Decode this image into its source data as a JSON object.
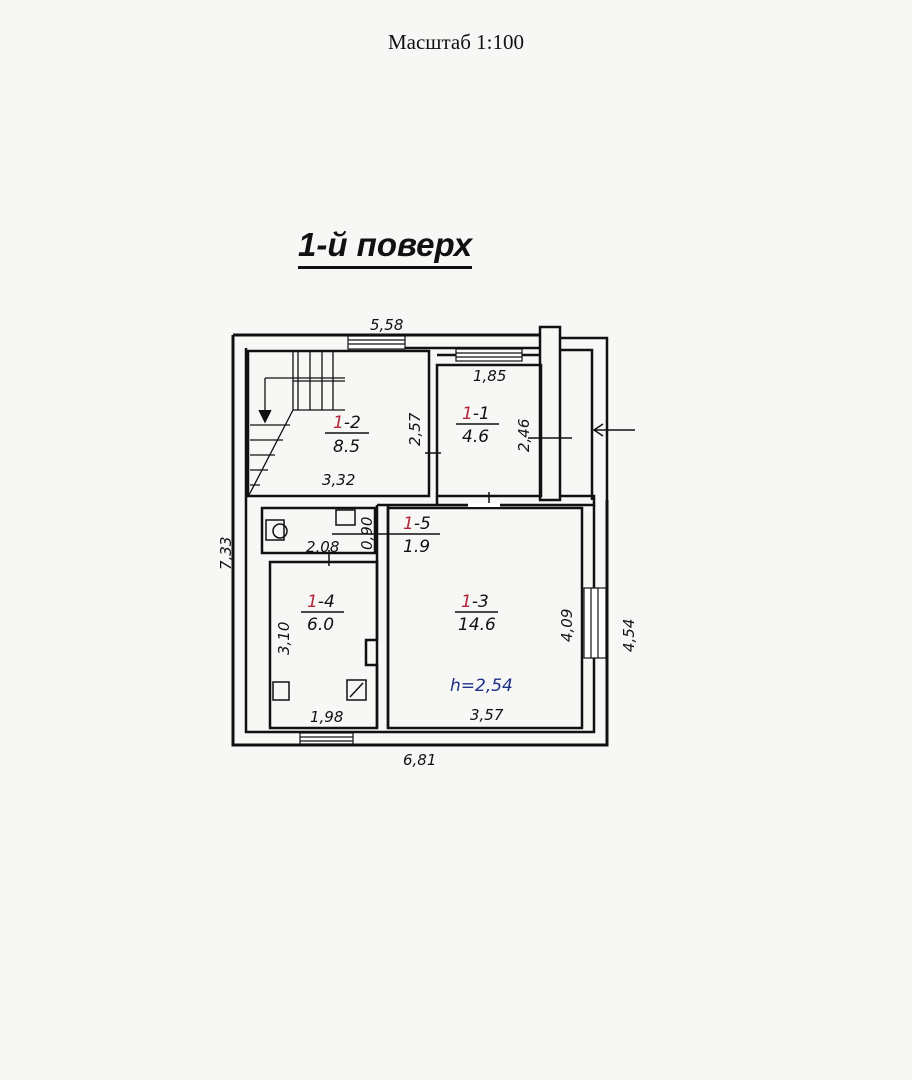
{
  "header": {
    "scale": "Масштаб 1:100",
    "floor_title": "1-й поверх"
  },
  "rooms": [
    {
      "id_prefix": "1",
      "id_suffix": "-1",
      "area": "4.6"
    },
    {
      "id_prefix": "1",
      "id_suffix": "-2",
      "area": "8.5"
    },
    {
      "id_prefix": "1",
      "id_suffix": "-3",
      "area": "14.6"
    },
    {
      "id_prefix": "1",
      "id_suffix": "-4",
      "area": "6.0"
    },
    {
      "id_prefix": "1",
      "id_suffix": "-5",
      "area": "1.9"
    }
  ],
  "dimensions": {
    "top_total": "5,58",
    "room11_width": "1,85",
    "room11_height": "2,46",
    "room12_height": "2,57",
    "room12_width": "3,32",
    "left_total": "7,33",
    "wc_width": "2,08",
    "wc_height": "0,90",
    "room14_height": "3,10",
    "room14_width": "1,98",
    "room13_width": "3,57",
    "room13_height": "4,09",
    "right_total": "4,54",
    "bottom_total": "6,81"
  },
  "ceiling_height": "h=2,54"
}
